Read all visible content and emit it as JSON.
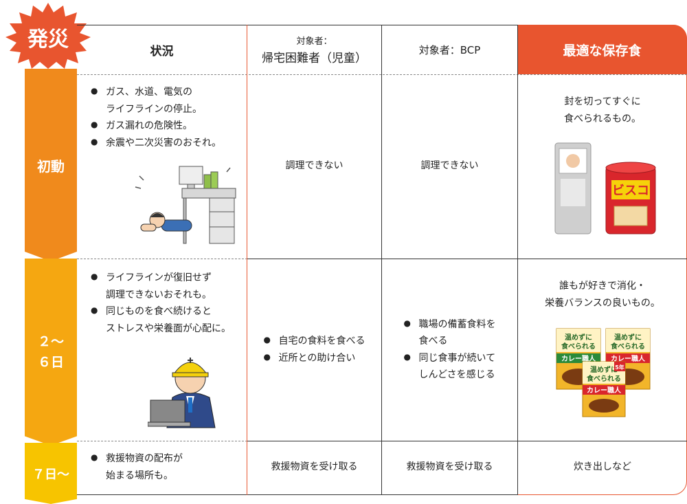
{
  "badge": {
    "label": "発災",
    "color": "#e8552f"
  },
  "header": {
    "situation": "状況",
    "target1_small": "対象者：",
    "target1_main": "帰宅困難者（児童）",
    "target2": "対象者：BCP",
    "best": "最適な保存食",
    "best_bg": "#e8552f"
  },
  "phases": [
    {
      "label": "初動",
      "color": "#f08a1c"
    },
    {
      "label": "２～\n６日",
      "color": "#f5a711"
    },
    {
      "label": "７日～",
      "color": "#f7c400"
    }
  ],
  "rows": [
    {
      "situation": [
        "ガス、水道、電気の\nライフラインの停止。",
        "ガス漏れの危険性。",
        "余震や二次災害のおそれ。"
      ],
      "target1": "調理できない",
      "target2": "調理できない",
      "best": "封を切ってすぐに\n食べられるもの。"
    },
    {
      "situation": [
        "ライフラインが復旧せず\n調理できないおそれも。",
        "同じものを食べ続けると\nストレスや栄養面が心配に。"
      ],
      "target1": [
        "自宅の食料を食べる",
        "近所との助け合い"
      ],
      "target2": [
        "職場の備蓄食料を\n食べる",
        "同じ食事が続いて\nしんどさを感じる"
      ],
      "best": "誰もが好きで消化・\n栄養バランスの良いもの。"
    },
    {
      "situation": [
        "救援物資の配布が\n始まる場所も。"
      ],
      "target1": "救援物資を受け取る",
      "target2": "救援物資を受け取る",
      "best": "炊き出しなど"
    }
  ],
  "products": {
    "bisco": "ビスコ",
    "curry_line1": "温めずに",
    "curry_line2": "食べられる",
    "curry_brand": "カレー職人",
    "curry_badge": "5年"
  }
}
